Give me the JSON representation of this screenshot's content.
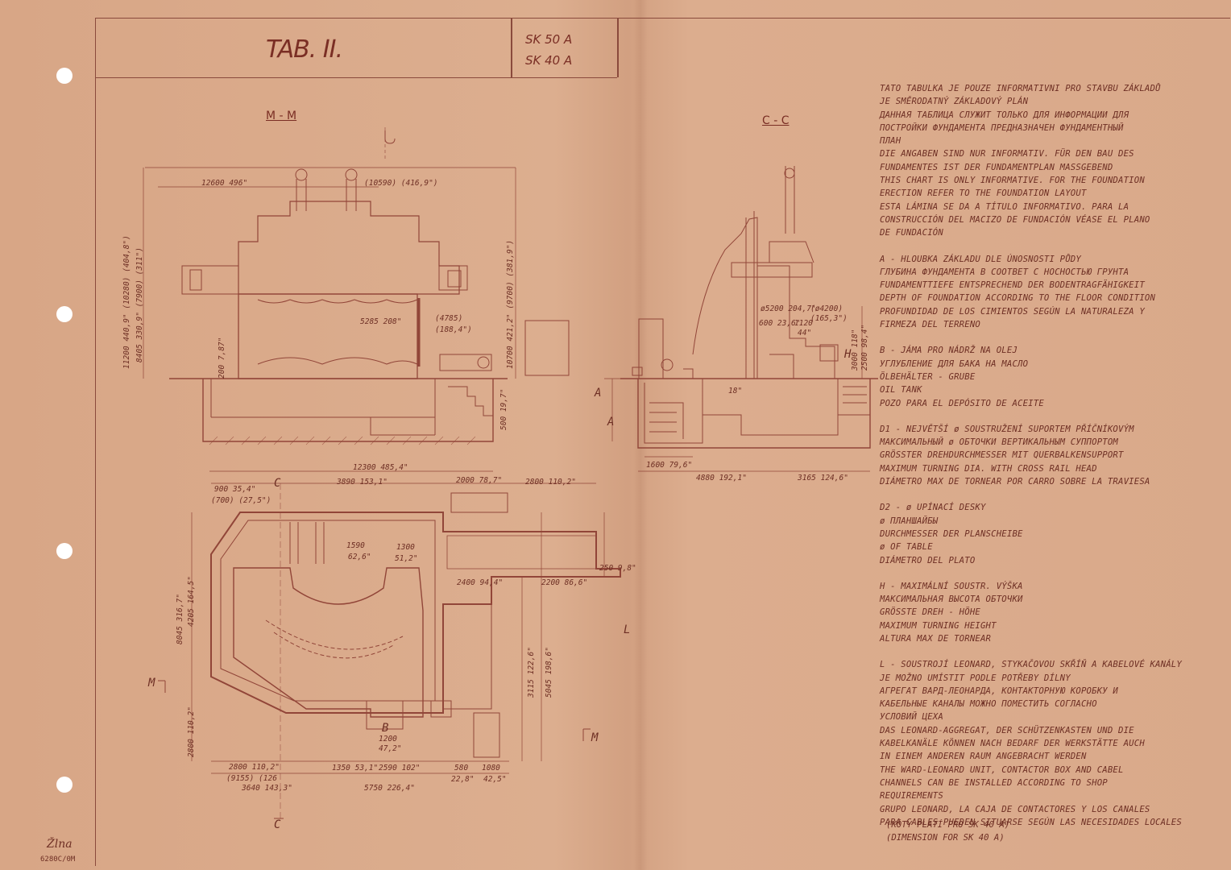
{
  "header": {
    "title": "TAB. II.",
    "models": [
      "SK 50 A",
      "SK 40 A"
    ]
  },
  "sections": {
    "mm": "M - M",
    "cc": "C - C"
  },
  "drawing_labels": {
    "d_12600": "12600   496\"",
    "d_10590": "(10590)   (416,9\")",
    "d_5285": "5285  208\"",
    "d_4785": "(4785)",
    "d_188": "(188,4\")",
    "d_12300": "12300   485,4\"",
    "d_3890": "3890   153,1\"",
    "d_2000": "2000   78,7\"",
    "d_2800a": "2800   110,2\"",
    "d_900": "900  35,4\"",
    "d_700": "(700)  (27,5\")",
    "d_1590": "1590",
    "d_62": "62,6\"",
    "d_1300": "1300",
    "d_512": "51,2\"",
    "d_2400": "2400   94,4\"",
    "d_2200": "2200   86,6\"",
    "d_250": "250   9,8\"",
    "d_2800b": "2800  110,2\"",
    "d_9155": "(9155)  (126",
    "d_3640": "3640  143,3\"",
    "d_1350": "1350  53,1\"",
    "d_2590": "2590   102\"",
    "d_580": "580",
    "d_228": "22,8\"",
    "d_1080": "1080",
    "d_425": "42,5\"",
    "d_5750": "5750   226,4\"",
    "d_1200": "1200",
    "d_472": "47,2\"",
    "d_1600": "1600   79,6\"",
    "d_4880": "4880   192,1\"",
    "d_3165": "3165   124,6\"",
    "d_5200": "ø5200  204,7\"",
    "d_4200": "(ø4200)",
    "d_1653": "(165,3\")",
    "d_600": "600  23,6\"",
    "d_1120": "1120",
    "d_44": "44\"",
    "d_18": "18\"",
    "v_11200": "11200  440,9\"  (10280) (404,8\")",
    "v_8405": "8405  330,9\"  (7900)  (311\")",
    "v_200": "200  7,87\"",
    "v_10700": "10700  421,2\"  (9700)  (381,9\")",
    "v_500": "500  19,7\"",
    "v_4205": "4205  164,5\"",
    "v_8045": "8045  316,7\"",
    "v_2800": "2800  110,2\"",
    "v_3115": "3115  122,6\"",
    "v_5045": "5045  198,6\"",
    "v_3000": "3000  118\"",
    "v_2500": "2500  98,4\"",
    "m": "M",
    "c": "C",
    "a": "A",
    "l": "L",
    "b": "B",
    "h": "H"
  },
  "notes": {
    "intro": [
      "TATO TABULKA JE POUZE INFORMATIVNI PRO STAVBU ZÁKLADŮ",
      "JE SMĚRODATNÝ ZÁKLADOVÝ PLÁN",
      "ДАННАЯ ТАБЛИЦА СЛУЖИТ ТОЛЬКО ДЛЯ ИНФОРМАЦИИ ДЛЯ",
      "ПОСТРОЙКИ ФУНДАМЕНТА ПРЕДНАЗНАЧЕН ФУНДАМЕНТНЫЙ",
      "ПЛАН",
      "DIE ANGABEN SIND NUR INFORMATIV. FÜR DEN BAU DES",
      "FUNDAMENTES IST DER FUNDAMENTPLAN MASSGEBEND",
      "THIS CHART IS ONLY INFORMATIVE. FOR THE FOUNDATION",
      "ERECTION REFER TO THE FOUNDATION LAYOUT",
      "ESTA LÁMINA SE DA A TÍTULO INFORMATIVO. PARA LA",
      "CONSTRUCCIÓN DEL MACIZO DE FUNDACIÓN VÉASE EL PLANO",
      "DE FUNDACIÓN"
    ],
    "a": [
      "A - HLOUBKA ZÁKLADU DLE ÚNOSNOSTI PŮDY",
      "ГЛУБИНА ФУНДАМЕНТА В СООТВЕТ С НОСНОСТЬЮ ГРУНТА",
      "FUNDAMENTTIEFE ENTSPRECHEND DER BODENTRAGFÄHIGKEIT",
      "DEPTH OF FOUNDATION ACCORDING TO THE FLOOR CONDITION",
      "PROFUNDIDAD DE LOS CIMIENTOS SEGÚN LA NATURALEZA Y",
      "FIRMEZA DEL TERRENO"
    ],
    "b": [
      "B - JÁMA PRO NÁDRŽ NA OLEJ",
      "УГЛУБЛЕНИЕ ДЛЯ БАКА НА МАСЛО",
      "ÖLBEHÄLTER - GRUBE",
      "OIL TANK",
      "POZO PARA EL DEPÓSITO DE ACEITE"
    ],
    "d1": [
      "D1 - NEJVĚTŠÍ ø SOUSTRUŽENÍ SUPORTEM PŘÍČNÍKOVÝM",
      "МАКСИМАЛЬНЫЙ ø ОБТОЧКИ ВЕРТИКАЛЬНЫМ СУППОРТОМ",
      "GRÖSSTER DREHDURCHMESSER MIT QUERBALKENSUPPORT",
      "MAXIMUM TURNING DIA. WITH CROSS RAIL HEAD",
      "DIÁMETRO MAX DE TORNEAR POR CARRO SOBRE LA TRAVIESA"
    ],
    "d2": [
      "D2 - ø UPÍNACÍ DESKY",
      "ø ПЛАНШАЙБЫ",
      "DURCHMESSER DER PLANSCHEIBE",
      "ø OF TABLE",
      "DIÁMETRO DEL PLATO"
    ],
    "h": [
      "H - MAXIMÁLNÍ SOUSTR. VÝŠKA",
      "МАКСИМАЛЬНАЯ ВЫСОТА ОБТОЧКИ",
      "GRÖSSTE DREH - HÖHE",
      "MAXIMUM TURNING HEIGHT",
      "ALTURA MAX DE TORNEAR"
    ],
    "l": [
      "L - SOUSTROJÍ LEONARD, STYKAČOVOU SKŘÍŇ A KABELOVÉ KANÁLY",
      "JE MOŽNO UMÍSTIT PODLE POTŘEBY DÍLNY",
      "АГРЕГАТ ВАРД-ЛЕОНАРДА, КОНТАКТОРНУЮ КОРОБКУ И",
      "КАБЕЛЬНЫЕ КАНАЛЫ МОЖНО ПОМЕСТИТЬ СОГЛАСНО",
      "УСЛОВИЙ ЦЕХА",
      "DAS LEONARD-AGGREGAT, DER SCHÜTZENKASTEN UND DIE",
      "KABELKANÄLE KÖNNEN NACH BEDARF DER WERKSTÄTTE AUCH",
      "IN EINEM ANDEREN RAUM ANGEBRACHT WERDEN",
      "THE WARD-LEONARD UNIT, CONTACTOR BOX AND CABEL",
      "CHANNELS CAN BE INSTALLED ACCORDING TO SHOP",
      "REQUIREMENTS",
      "GRUPO LEONARD, LA CAJA DE CONTACTORES Y LOS CANALES",
      "PARA CABLES PUEDEN SITUARSE SEGÚN LAS NECESIDADES LOCALES"
    ],
    "footer": [
      "(KÓTY PLATÍ PRO SK 40 A)",
      "(DIMENSION FOR SK 40 A)"
    ]
  },
  "signature": "Žlna",
  "doc_code": "6280C/0M"
}
